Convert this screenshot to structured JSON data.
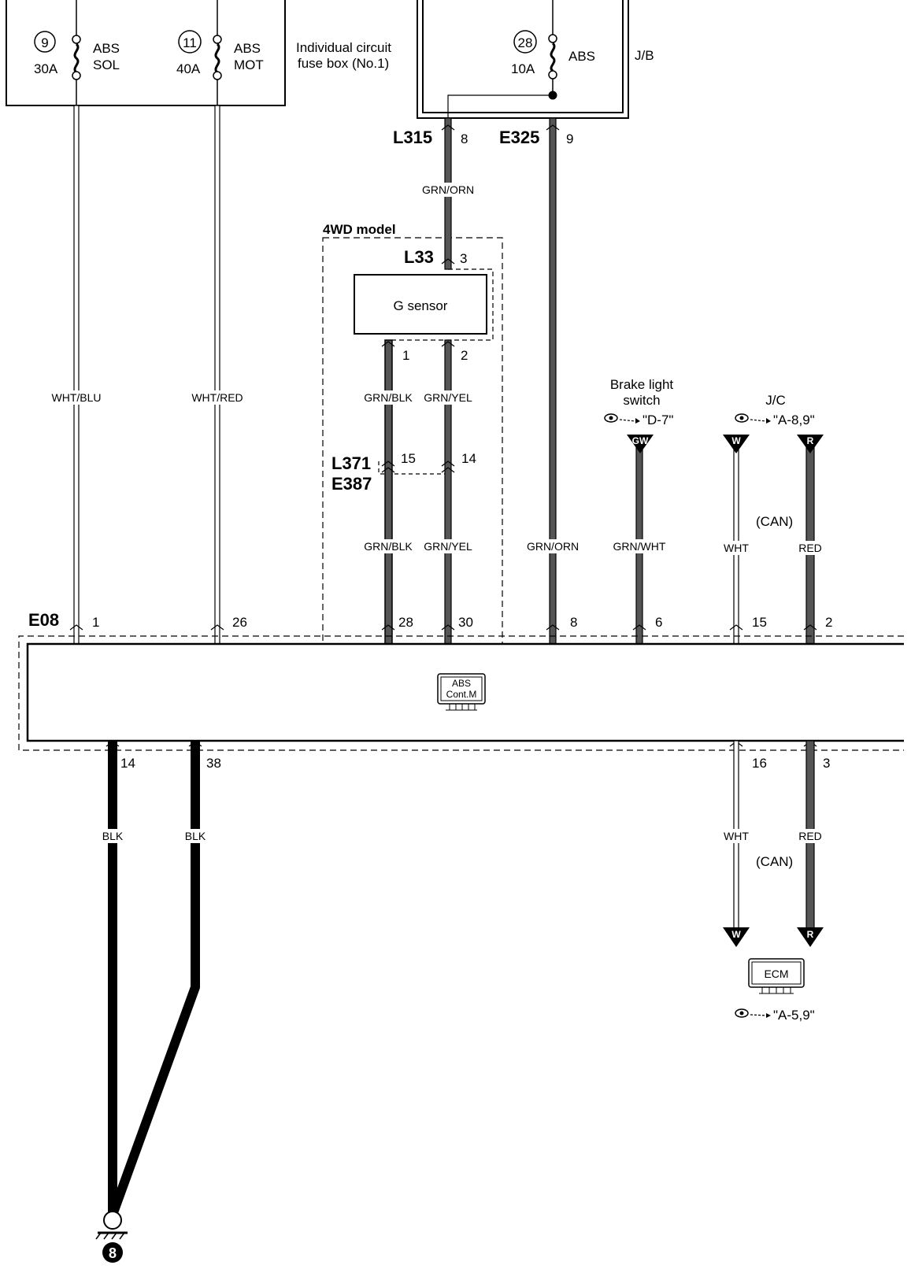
{
  "fuse_box": {
    "label_line1": "Individual circuit",
    "label_line2": "fuse box (No.1)",
    "fuses": [
      {
        "number": "9",
        "rating": "30A",
        "name_line1": "ABS",
        "name_line2": "SOL"
      },
      {
        "number": "11",
        "rating": "40A",
        "name_line1": "ABS",
        "name_line2": "MOT"
      }
    ]
  },
  "junction_block": {
    "label": "J/B",
    "fuse": {
      "number": "28",
      "rating": "10A",
      "name": "ABS"
    }
  },
  "connectors": {
    "l315": "L315",
    "l315_pin": "8",
    "e325": "E325",
    "e325_pin": "9",
    "l33": "L33",
    "l33_pin": "3",
    "l371": "L371",
    "e387": "E387",
    "l371_pin_a": "15",
    "l371_pin_b": "14",
    "e08": "E08"
  },
  "group_4wd": {
    "label": "4WD model"
  },
  "g_sensor": {
    "label": "G sensor",
    "pin_1": "1",
    "pin_2": "2"
  },
  "wire_colors": {
    "wht_blu": "WHT/BLU",
    "wht_red": "WHT/RED",
    "grn_orn": "GRN/ORN",
    "grn_blk": "GRN/BLK",
    "grn_yel": "GRN/YEL",
    "grn_wht": "GRN/WHT",
    "wht": "WHT",
    "red": "RED",
    "blk": "BLK"
  },
  "brake_switch": {
    "line1": "Brake light",
    "line2": "switch",
    "ref": "\"D-7\"",
    "tag": "GW"
  },
  "jc": {
    "label": "J/C",
    "ref": "\"A-8,9\"",
    "tag_w": "W",
    "tag_r": "R"
  },
  "can": "(CAN)",
  "abs_module": {
    "line1": "ABS",
    "line2": "Cont.M"
  },
  "e08_top_pins": [
    "1",
    "26",
    "28",
    "30",
    "8",
    "6",
    "15",
    "2"
  ],
  "e08_bottom_pins": [
    "14",
    "38",
    "16",
    "3"
  ],
  "ecm": {
    "label": "ECM",
    "ref": "\"A-5,9\"",
    "tag_w": "W",
    "tag_r": "R"
  },
  "ground": {
    "number": "8"
  },
  "colors": {
    "line": "#000000",
    "dark_wire": "#555555",
    "red_wire": "#555555",
    "white_wire": "#ffffff",
    "background": "#ffffff"
  }
}
